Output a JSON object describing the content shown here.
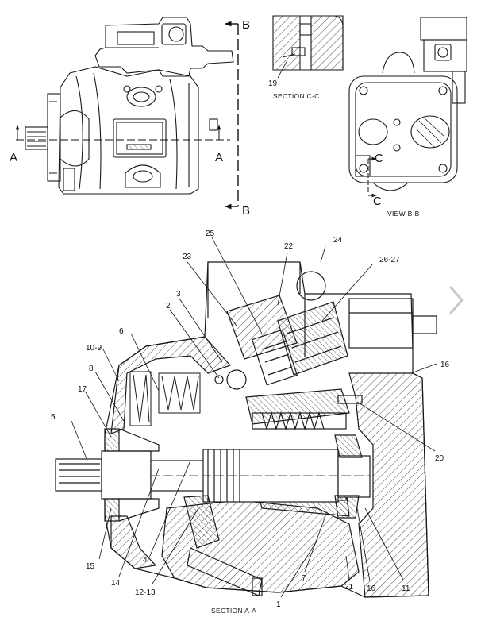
{
  "top_view": {
    "section_marks": {
      "a_left": "A",
      "a_right": "A",
      "b_top": "B",
      "b_bottom": "B"
    }
  },
  "section_cc": {
    "caption": "SECTION C-C",
    "callout": "19"
  },
  "view_bb": {
    "caption": "VIEW B-B",
    "c_top": "C",
    "c_bottom": "C"
  },
  "section_aa": {
    "caption": "SECTION A-A",
    "callouts": {
      "c1": "1",
      "c2": "2",
      "c3": "3",
      "c4": "4",
      "c5": "5",
      "c6": "6",
      "c7": "7",
      "c8": "8",
      "c10_9": "10-9",
      "c11": "11",
      "c12_13": "12-13",
      "c14": "14",
      "c15": "15",
      "c16a": "16",
      "c16b": "16",
      "c17": "17",
      "c20": "20",
      "c21": "21",
      "c22": "22",
      "c23": "23",
      "c24": "24",
      "c25": "25",
      "c26_27": "26-27"
    }
  },
  "nav": {
    "next_icon": "chevron-right-icon"
  }
}
